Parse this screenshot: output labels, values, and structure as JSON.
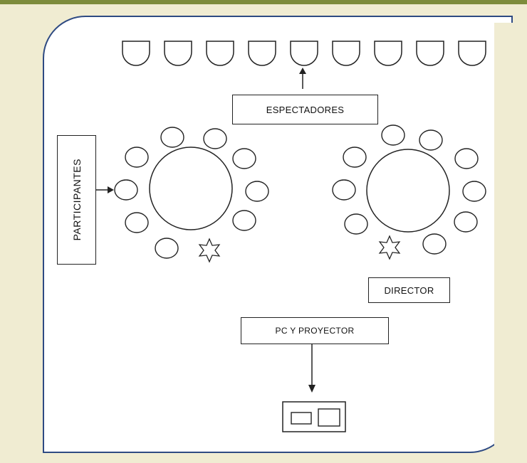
{
  "labels": {
    "spectators": "ESPECTADORES",
    "participants": "PARTICIPANTES",
    "director": "DIRECTOR",
    "pc_projector": "PC Y PROYECTOR"
  },
  "colors": {
    "background": "#f0ecd2",
    "accent_bar": "#7d8c3c",
    "panel_border": "#2e4a82",
    "line": "#222222"
  },
  "icons": {
    "spectator_seat": "u-shape-seat-icon",
    "participant_seat": "circle-seat-icon",
    "director_marker": "star-icon",
    "projector": "projector-device-icon"
  },
  "spectator_seat_count": 9,
  "tables": [
    {
      "name": "participants-table",
      "seat_count": 9
    },
    {
      "name": "director-table",
      "seat_count": 9
    }
  ]
}
